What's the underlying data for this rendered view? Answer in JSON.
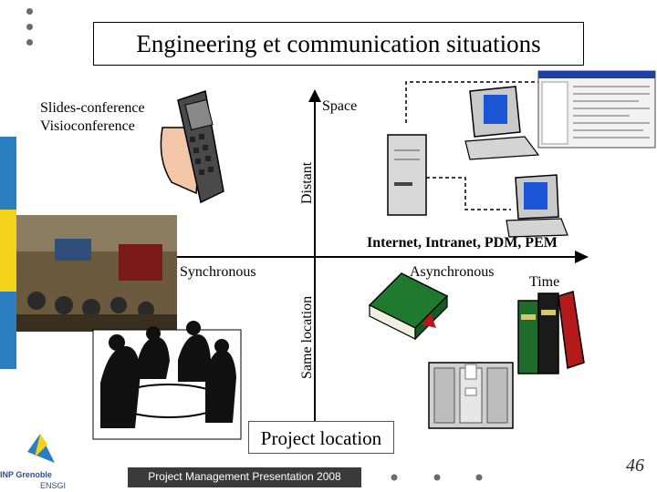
{
  "title": "Engineering et communication situations",
  "quadrants": {
    "top_left": [
      "Slides-conference",
      "Visioconference"
    ],
    "top_right_axis": "Space",
    "center_right": "Internet, Intranet, PDM, PEM",
    "synchronous": "Synchronous",
    "asynchronous": "Asynchronous",
    "time_axis": "Time"
  },
  "axes": {
    "vertical_upper": "Distant",
    "vertical_lower": "Same location"
  },
  "project_location": "Project location",
  "footer": "Project Management  Presentation 2008",
  "logo": {
    "text": "INP Grenoble",
    "subtext": "ENSGI"
  },
  "page_number": "46",
  "colors": {
    "left_stripe_blue": "#2b7fc0",
    "left_stripe_yellow": "#f2d21b",
    "axis": "#000000"
  },
  "icons": [
    "phone-icon",
    "computer-icon",
    "screenshot-icon",
    "meeting-photo-icon",
    "books-icon",
    "filing-cabinet-icon",
    "hand-icon"
  ]
}
